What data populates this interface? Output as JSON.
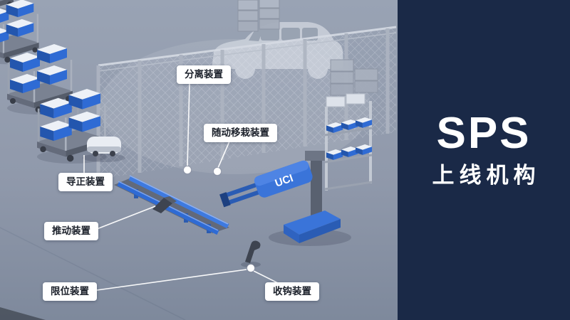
{
  "panel": {
    "title": "SPS",
    "subtitle": "上线机构",
    "background_color": "#1a2947",
    "text_color": "#ffffff"
  },
  "scene": {
    "machine_brand": "UCI",
    "background_color": "#8f99ab",
    "accent_blue": "#2f6bd4",
    "label_background": "#ffffff",
    "label_text_color": "#1b202a"
  },
  "labels": [
    {
      "id": "separation-device",
      "text": "分离装置"
    },
    {
      "id": "follow-transfer-device",
      "text": "随动移栽装置"
    },
    {
      "id": "guide-device",
      "text": "导正装置"
    },
    {
      "id": "push-device",
      "text": "推动装置"
    },
    {
      "id": "limit-device",
      "text": "限位装置"
    },
    {
      "id": "hook-retract-device",
      "text": "收钩装置"
    }
  ]
}
